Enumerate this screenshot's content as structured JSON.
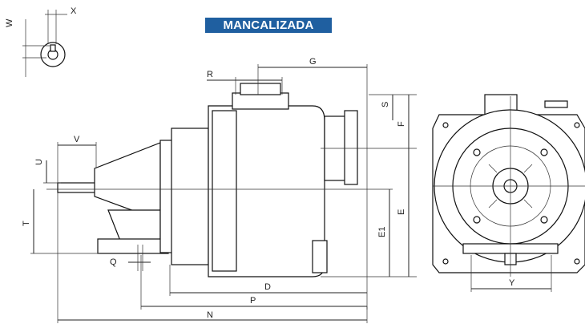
{
  "banner": {
    "label": "MANCALIZADA",
    "color": "#1f5fa0"
  },
  "dimensions": {
    "x": "X",
    "w": "W",
    "r": "R",
    "g": "G",
    "s": "S",
    "f": "F",
    "v": "V",
    "u": "U",
    "t": "T",
    "e": "E",
    "e1": "E1",
    "q": "Q",
    "d": "D",
    "p": "P",
    "n": "N",
    "y": "Y"
  },
  "icons": [
    "shaft-key-detail-icon",
    "pump-side-view-icon",
    "pump-front-view-icon"
  ]
}
